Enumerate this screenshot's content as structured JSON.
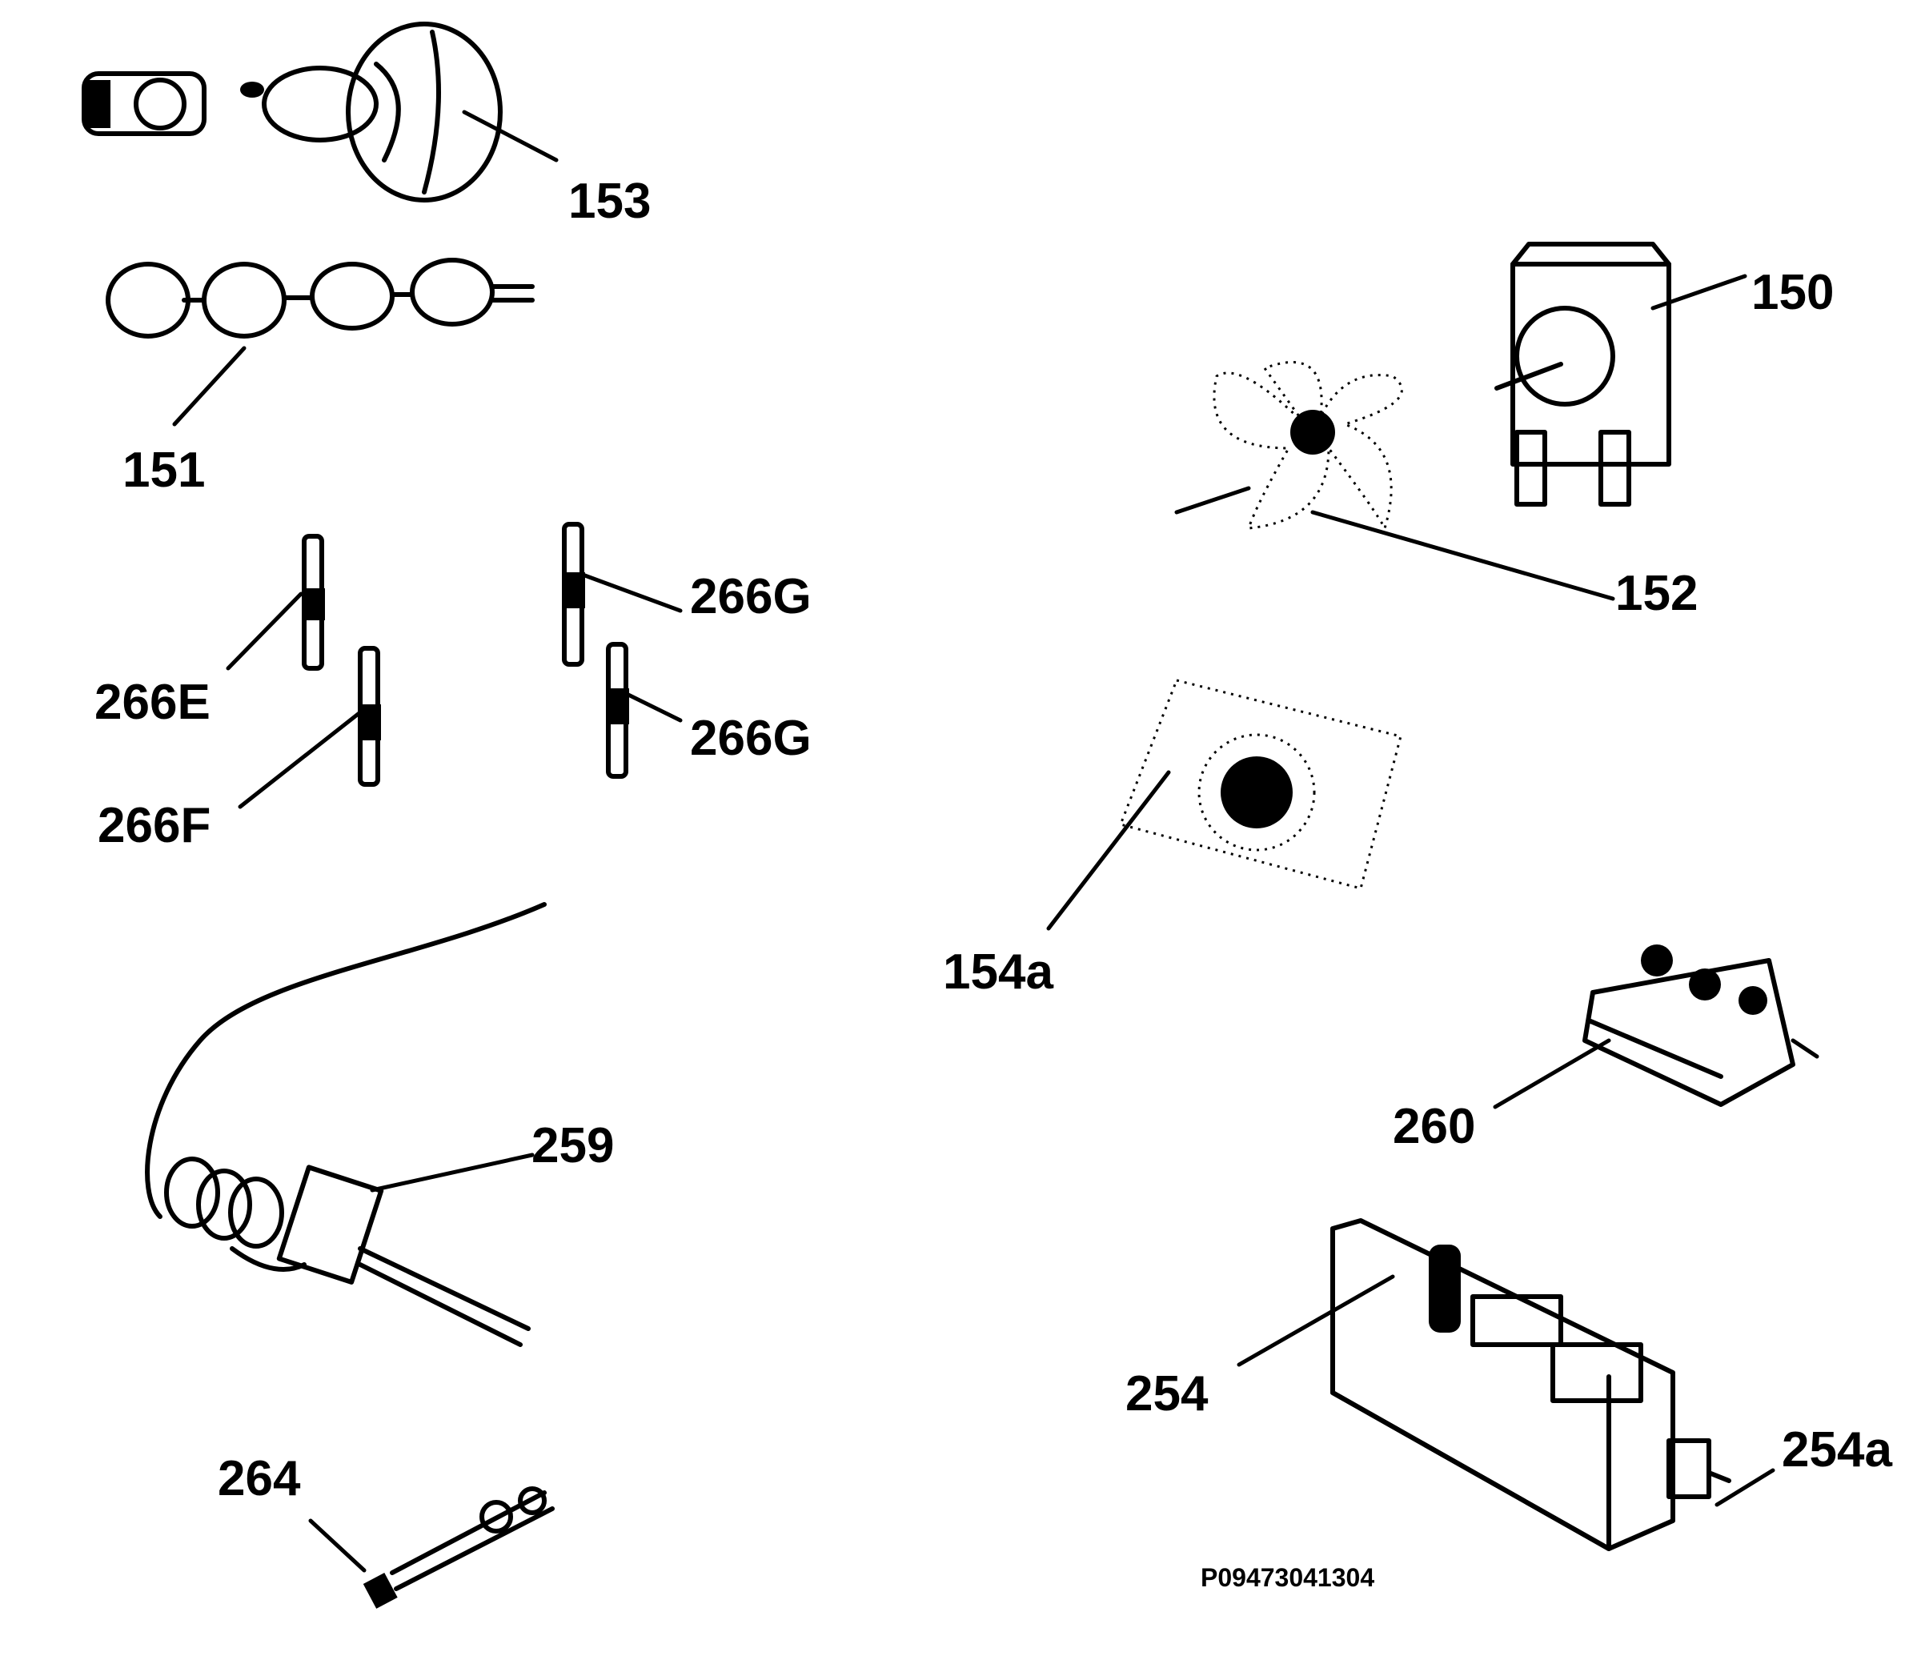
{
  "labels": {
    "l153": "153",
    "l151": "151",
    "l150": "150",
    "l152": "152",
    "l266G_1": "266G",
    "l266E": "266E",
    "l266G_2": "266G",
    "l266F": "266F",
    "l154a": "154a",
    "l259": "259",
    "l260": "260",
    "l254": "254",
    "l254a": "254a",
    "l264": "264"
  },
  "reference_code": "P09473041304"
}
